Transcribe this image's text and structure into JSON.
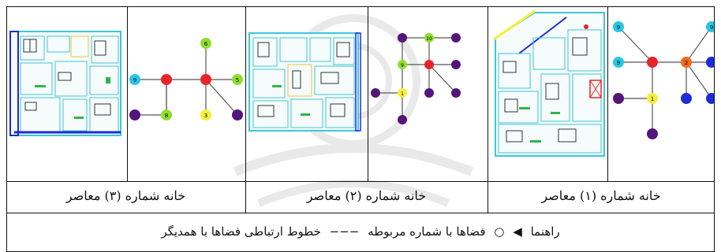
{
  "cases": [
    {
      "caption": "خانه شماره (۳) معاصر"
    },
    {
      "caption": "خانه شماره (۲) معاصر"
    },
    {
      "caption": "خانه شماره (۱) معاصر"
    }
  ],
  "legend": {
    "prefix": "راهنما",
    "arrow_glyph": "◀",
    "circle_glyph": "○",
    "circle_text": "فضاها با شماره مربوطه",
    "dash_glyph": "−−−",
    "dash_text": "خطوط ارتباطی فضاها با همدیگر"
  },
  "node_colors": {
    "red": "#e8232a",
    "cyan": "#24c8e6",
    "green": "#8fde2d",
    "yellow": "#f4ef3a",
    "orange": "#f26a1b",
    "blue": "#1f2bd6",
    "purple": "#55157a"
  },
  "node_labels": {
    "case3_top": "6",
    "case3_left": "9",
    "case3_right": "5",
    "case3_bottom_mid": "8",
    "case3_bottom_right": "3",
    "case2_top": "10",
    "case2_mid": "9",
    "case2_lower": "1",
    "case1_left_top": "9",
    "case1_left_mid": "9",
    "case1_lower": "1",
    "case1_right_top": "9",
    "case1_right_mid": "2"
  }
}
